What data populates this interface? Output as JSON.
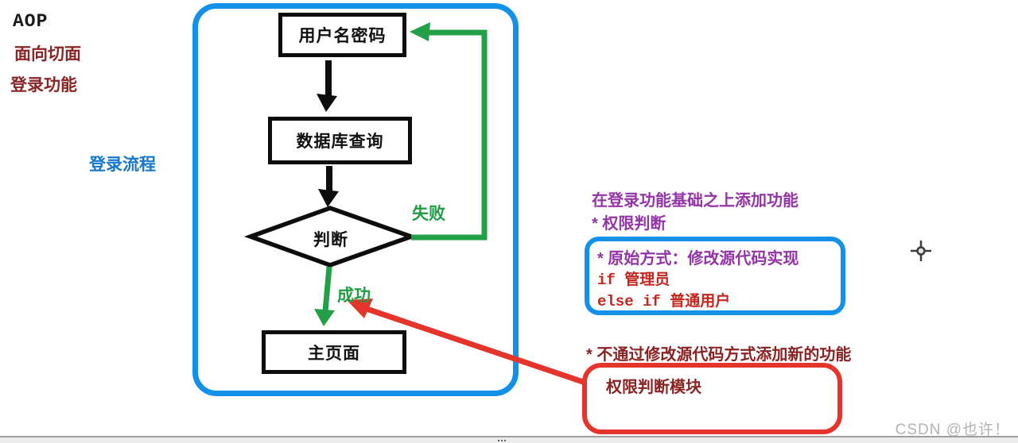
{
  "colors": {
    "container_blue": "#1390E8",
    "flow_black": "#0d0d0d",
    "green": "#23A047",
    "red": "#E5342B",
    "purple": "#9334A6",
    "maroon": "#8B2222",
    "code_red": "#C3261E",
    "caption_blue": "#1877C9",
    "watermark_gray": "#B3B3B3"
  },
  "notes_left": {
    "title": "AOP",
    "aspect": "面向切面",
    "login_feature": "登录功能",
    "flow_caption": "登录流程"
  },
  "flowchart": {
    "username_box": "用户名密码",
    "db_query_box": "数据库查询",
    "decision": "判断",
    "fail": "失败",
    "success": "成功",
    "homepage_box": "主页面"
  },
  "annotations": {
    "heading": "在登录功能基础之上添加功能",
    "bullet_permission": "* 权限判断",
    "original_way": "* 原始方式：修改源代码实现",
    "code_if": "if 管理员",
    "code_else": "else if 普通用户",
    "new_way": "* 不通过修改源代码方式添加新的功能",
    "module": "权限判断模块"
  },
  "watermark": "CSDN @也许！"
}
